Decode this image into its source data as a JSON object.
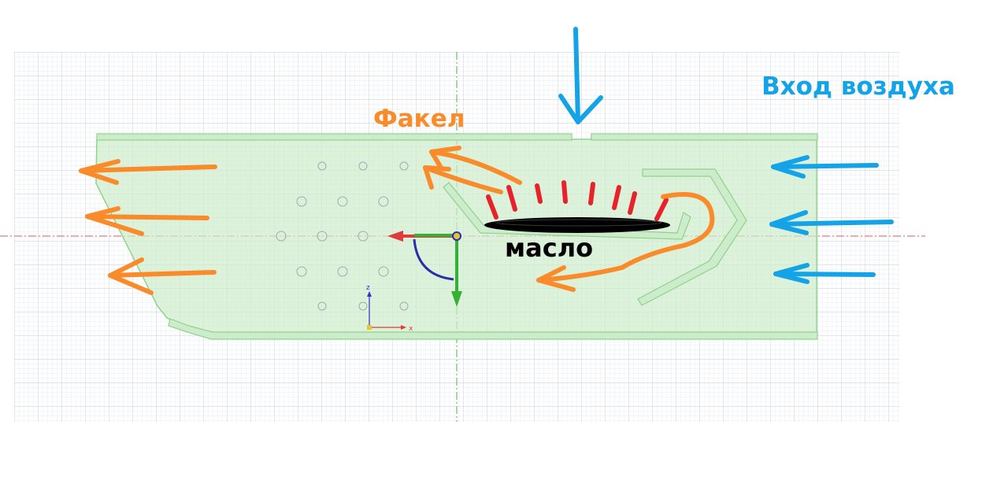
{
  "labels": {
    "air_inlet": "Вход воздуха",
    "torch": "Факел",
    "oil": "масло"
  },
  "triad": {
    "z_axis": "z",
    "x_axis": "x"
  },
  "colors": {
    "air": "#13a3e6",
    "torch": "#f98b2a",
    "flame": "#e8222a",
    "oil": "#000000",
    "body_fill": "#cdeccb",
    "body_stroke": "#8fd48a",
    "grid": "#cfd3dc"
  },
  "icons": [
    "air-inlet-arrow-icon",
    "torch-arrow-icon",
    "flame-mark-icon",
    "coordinate-triad-icon"
  ]
}
